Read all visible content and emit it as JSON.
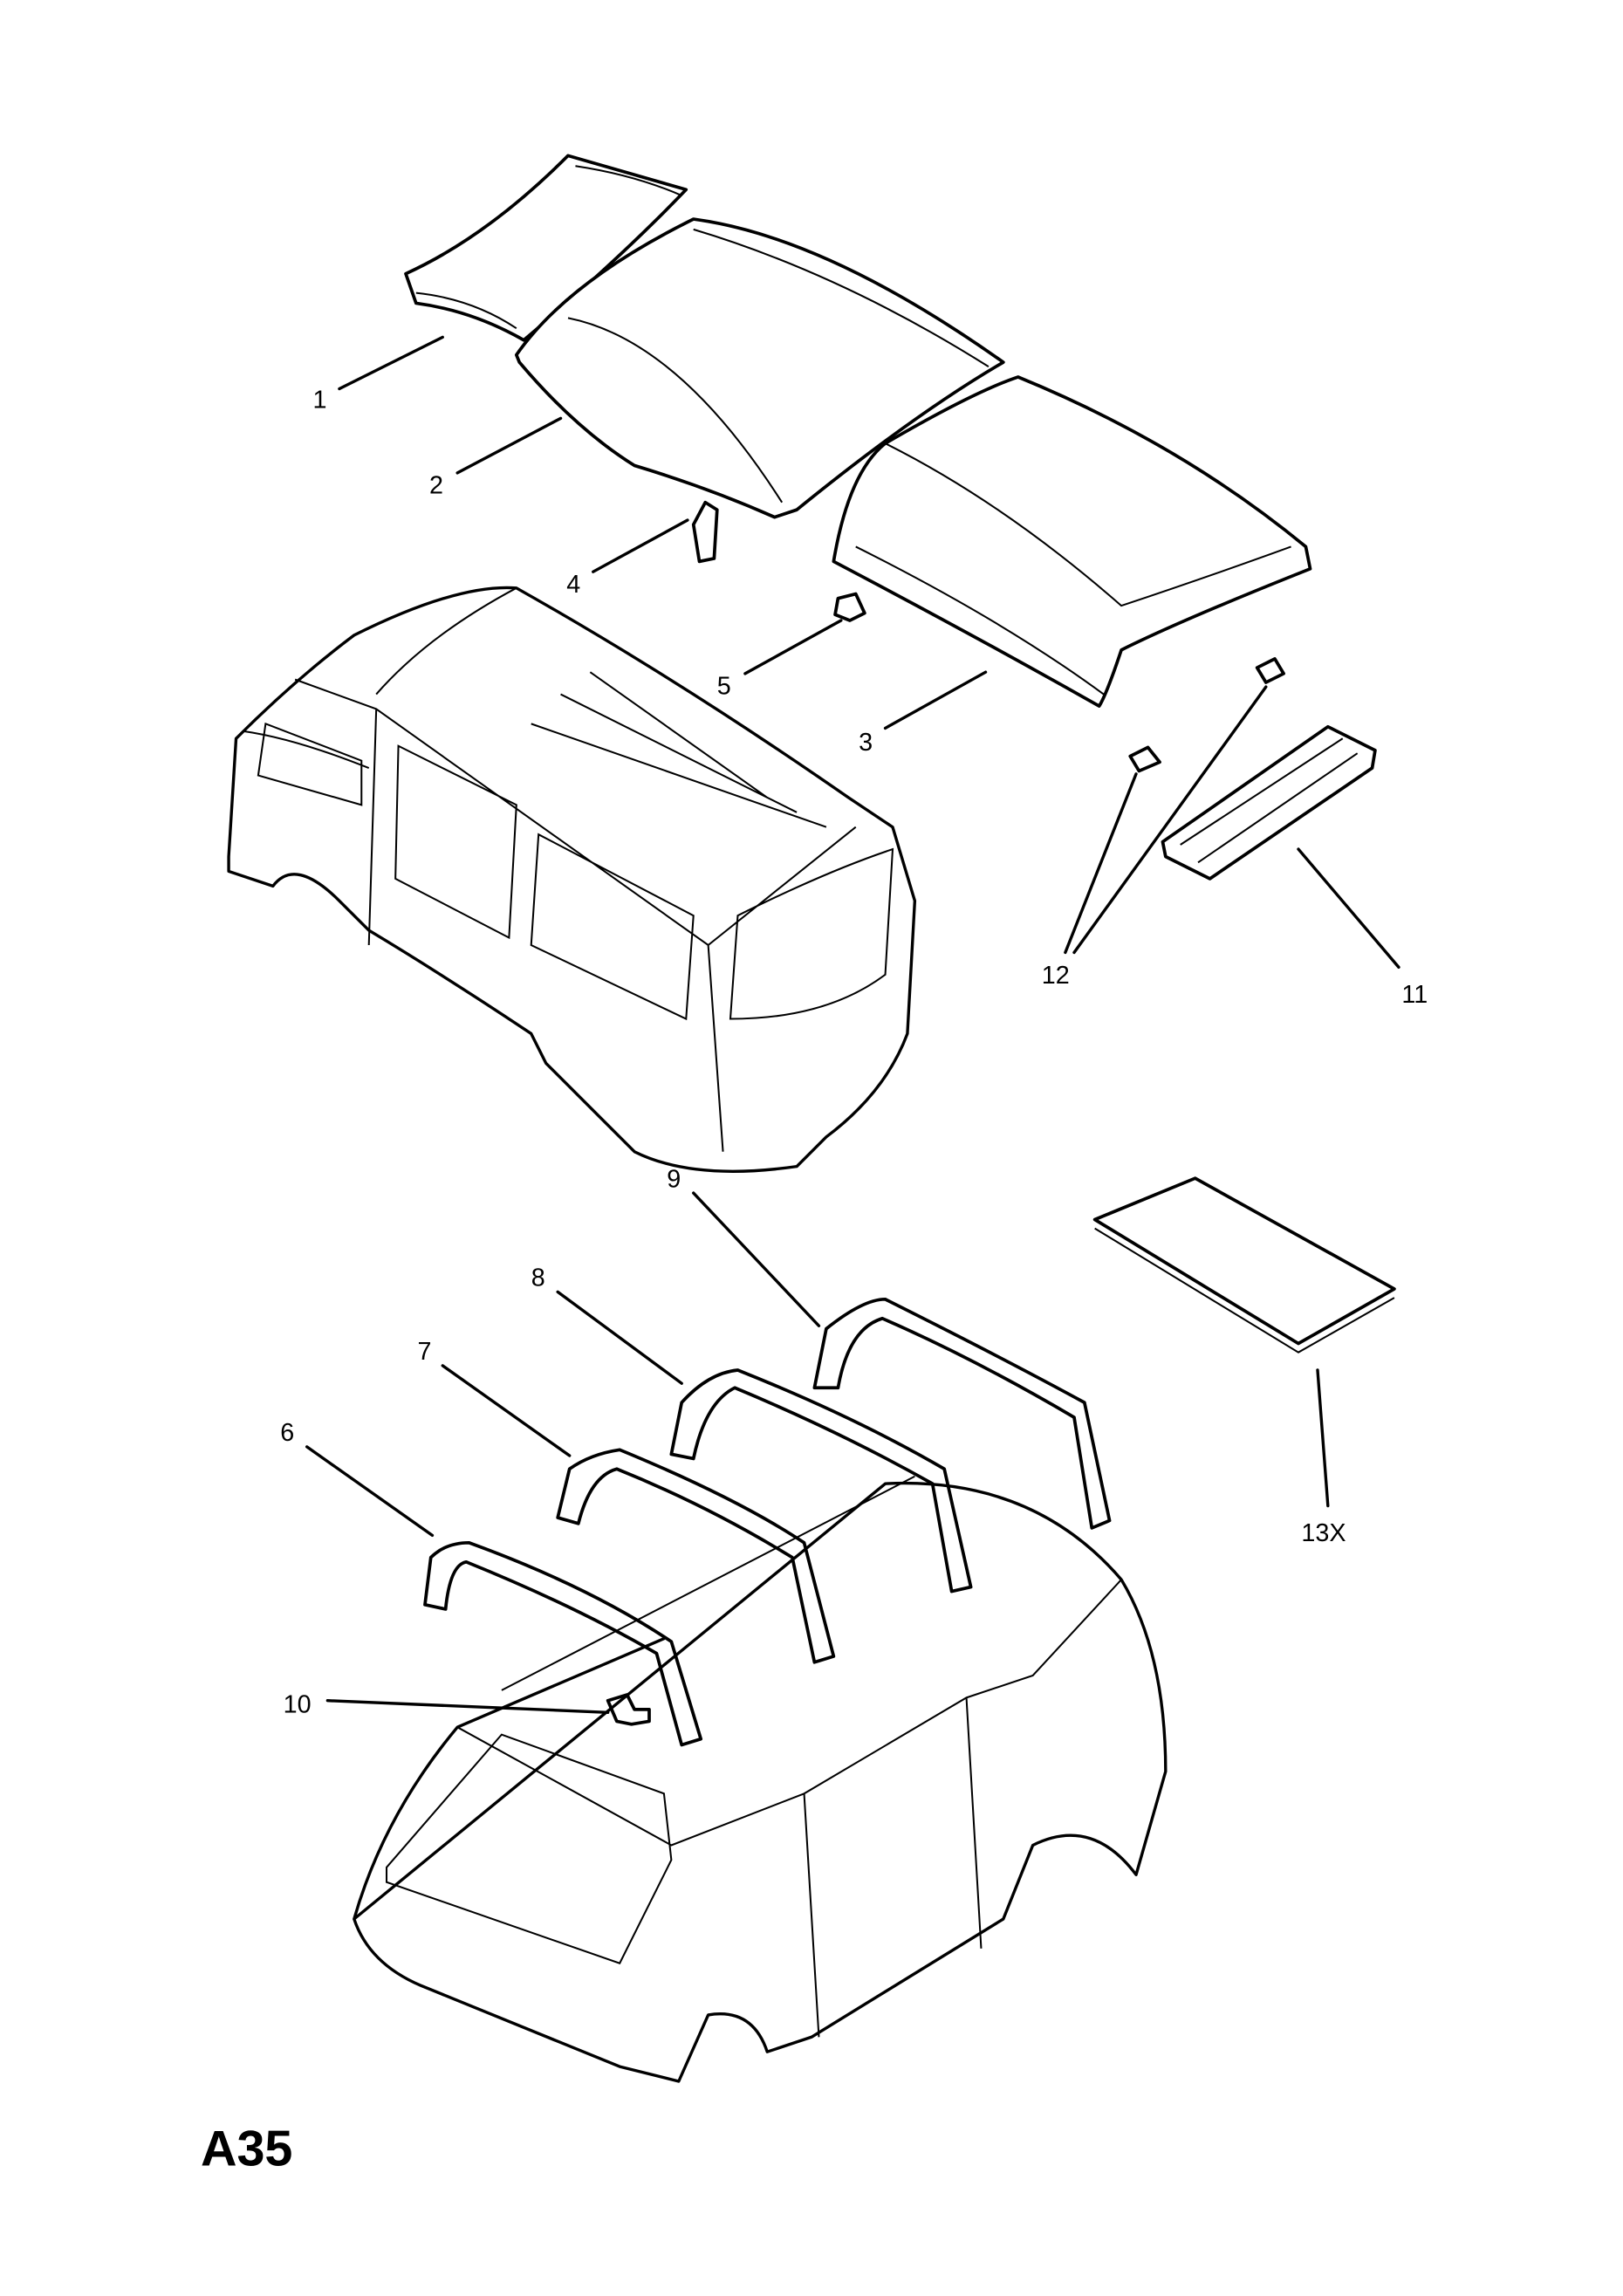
{
  "diagram_id": "A35",
  "callouts": {
    "c1": "1",
    "c2": "2",
    "c3": "3",
    "c4": "4",
    "c5": "5",
    "c6": "6",
    "c7": "7",
    "c8": "8",
    "c9": "9",
    "c10": "10",
    "c11": "11",
    "c12": "12",
    "c13": "13X"
  }
}
